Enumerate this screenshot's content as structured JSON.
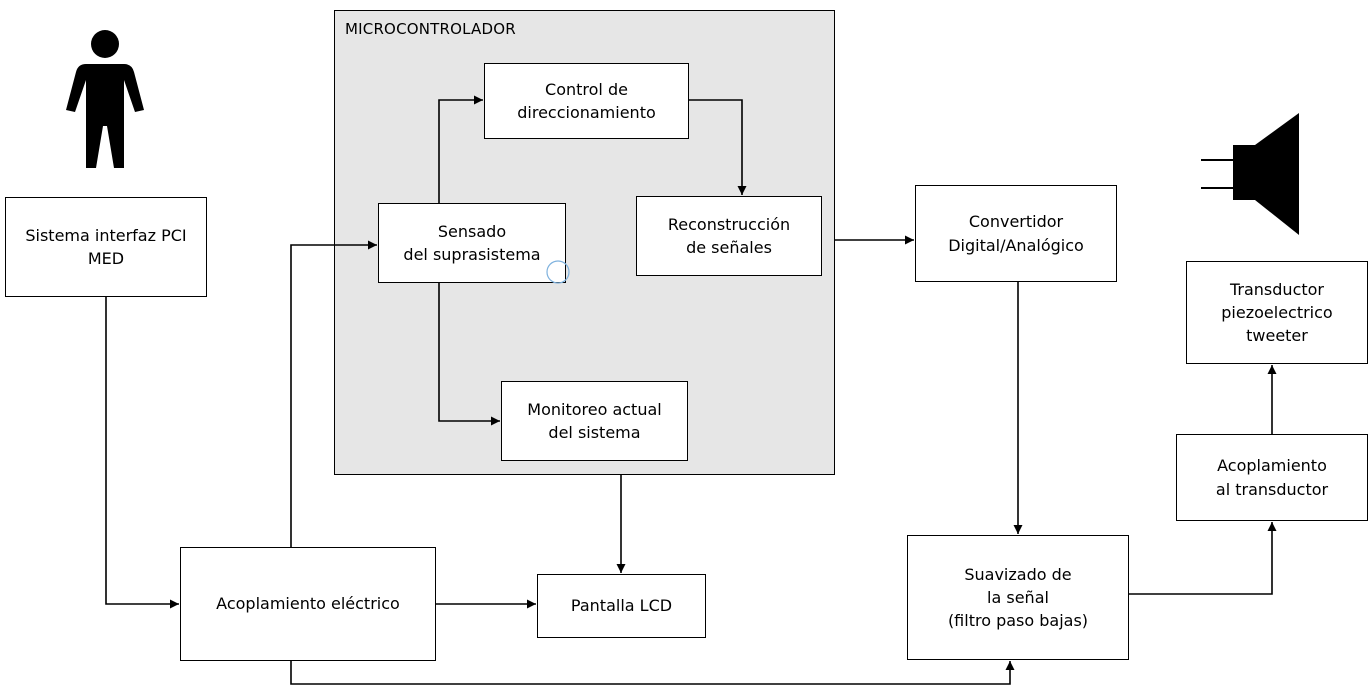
{
  "diagram": {
    "microcontroller": {
      "title": "MICROCONTROLADOR"
    },
    "blocks": {
      "pci": [
        "Sistema interfaz PCI",
        "MED"
      ],
      "acoplamiento_electrico": [
        "Acoplamiento eléctrico"
      ],
      "sensado": [
        "Sensado",
        "del suprasistema"
      ],
      "control": [
        "Control de",
        "direccionamiento"
      ],
      "reconstruccion": [
        "Reconstrucción",
        "de señales"
      ],
      "monitoreo": [
        "Monitoreo actual",
        "del sistema"
      ],
      "pantalla": [
        "Pantalla LCD"
      ],
      "convertidor": [
        "Convertidor",
        "Digital/Analógico"
      ],
      "suavizado": [
        "Suavizado de",
        "la señal",
        "(filtro paso bajas)"
      ],
      "acoplamiento_transductor": [
        "Acoplamiento",
        "al transductor"
      ],
      "transductor": [
        "Transductor",
        "piezoelectrico",
        "tweeter"
      ]
    },
    "icons": [
      "person-icon",
      "speaker-icon"
    ]
  }
}
